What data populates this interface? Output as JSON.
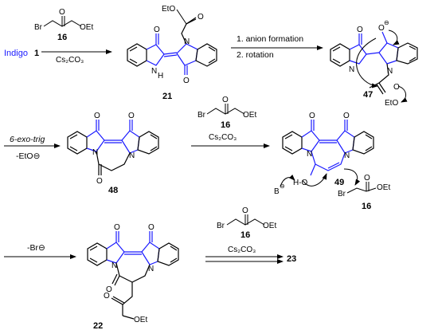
{
  "start": {
    "label": "Indigo",
    "number": "1"
  },
  "reagents": {
    "bromoester_br": "Br",
    "bromoester_o": "O",
    "bromoester_oet": "OEt",
    "bromoester_number": "16",
    "base": "Cs₂CO₃"
  },
  "step2": {
    "line1": "1. anion formation",
    "line2": "2. rotation"
  },
  "step3": {
    "name": "6-exo-trig",
    "byproduct": "-EtO⊖"
  },
  "step5": {
    "byproduct": "-Br⊖"
  },
  "compounds": {
    "c21": "21",
    "c47": "47",
    "c48": "48",
    "c49": "49",
    "c16b": "16",
    "c22": "22",
    "c23": "23"
  },
  "atoms": {
    "O": "O",
    "N": "N",
    "NH": "N",
    "H": "H",
    "EtO": "EtO",
    "OEt": "OEt",
    "B": "B",
    "Br": "Br",
    "H_O": "H-O"
  },
  "colors": {
    "core": "#1a1aff",
    "ink": "#000000"
  }
}
